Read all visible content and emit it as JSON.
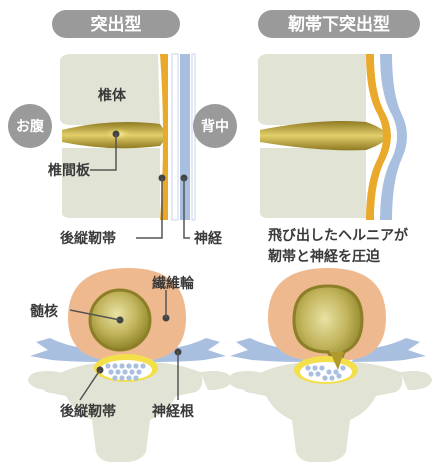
{
  "panels": {
    "protrusion_title": "突出型",
    "subligamentous_title": "靭帯下突出型"
  },
  "labels": {
    "vertebral_body": "椎体",
    "abdomen": "お腹",
    "back": "背中",
    "intervertebral_disc": "椎間板",
    "posterior_longitudinal_ligament": "後縦靭帯",
    "nerve": "神経",
    "herniation_note_line1": "飛び出したヘルニアが",
    "herniation_note_line2": "靭帯と神経を圧迫",
    "nucleus_pulposus": "髄核",
    "annulus_fibrosus": "繊維輪",
    "posterior_longitudinal_ligament_lower": "後縦靭帯",
    "nerve_root": "神経根"
  },
  "colors": {
    "pill": "#9a9a9a",
    "bone": "#e1e3d4",
    "bone_shadow": "#cfd1bf",
    "disc_gold": "#c9a227",
    "ligament": "#e9a92b",
    "nerve_blue": "#a9bfe0",
    "annulus": "#efb98f",
    "nucleus": "#bdb05a",
    "side_circle": "#9a9a9a"
  }
}
